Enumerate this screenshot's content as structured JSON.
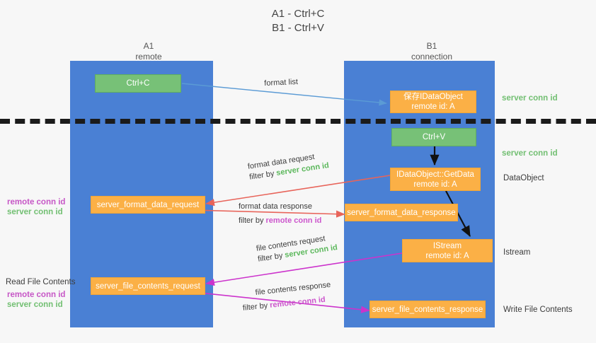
{
  "title": {
    "line1": "A1 - Ctrl+C",
    "line2": "B1 - Ctrl+V"
  },
  "columns": [
    {
      "name": "A1",
      "sub": "remote"
    },
    {
      "name": "B1",
      "sub": "connection"
    }
  ],
  "nodes": {
    "ctrl_c": {
      "label": "Ctrl+C"
    },
    "save_dataobject": {
      "line1": "保存IDataObject",
      "line2": "remote id: A"
    },
    "ctrl_v": {
      "label": "Ctrl+V"
    },
    "getdata": {
      "line1": "IDataObject::GetData",
      "line2": "remote id: A"
    },
    "istream": {
      "line1": "IStream",
      "line2": "remote id: A"
    },
    "format_data_request": {
      "label": "server_format_data_request"
    },
    "format_data_response": {
      "label": "server_format_data_response"
    },
    "file_contents_request": {
      "label": "server_file_contents_request"
    },
    "file_contents_response": {
      "label": "server_file_contents_response"
    }
  },
  "right_labels": {
    "server_conn_id_1": "server conn id",
    "server_conn_id_2": "server conn id",
    "dataobject": "DataObject",
    "istream": "Istream",
    "write_file_contents": "Write File Contents"
  },
  "left_labels": {
    "remote_conn_id_1": "remote conn id",
    "server_conn_id_1": "server conn id",
    "read_file_contents": "Read File Contents",
    "remote_conn_id_2": "remote conn id",
    "server_conn_id_2": "server conn id"
  },
  "edges": {
    "format_list": {
      "caption": "format list"
    },
    "format_data_request": {
      "caption": "format data request",
      "filter_prefix": "filter by ",
      "filter_value": "server conn id"
    },
    "format_data_response": {
      "caption": "format data response",
      "filter_prefix": "filter by ",
      "filter_value": "remote conn id"
    },
    "file_contents_request": {
      "caption": "file contents request",
      "filter_prefix": "filter by ",
      "filter_value": "server conn id"
    },
    "file_contents_response": {
      "caption": "file contents response",
      "filter_prefix": "filter by ",
      "filter_value": "remote conn id"
    }
  },
  "colors": {
    "lane": "#4a80d4",
    "green_node": "#77c177",
    "orange_node": "#fbb046",
    "green_text": "#72bf72",
    "purple_text": "#c657c6",
    "red_arrow": "#e8645a",
    "magenta_arrow": "#cc33cc",
    "blue_arrow": "#5b9bd5",
    "black_arrow": "#111111",
    "background": "#f7f7f7"
  }
}
